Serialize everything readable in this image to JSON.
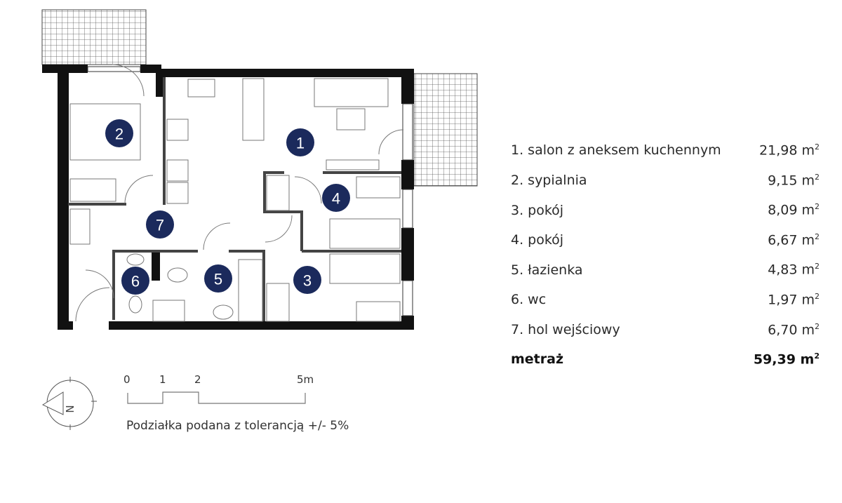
{
  "rooms": [
    {
      "label": "1. salon z aneksem kuchennym",
      "area": "21,98 m",
      "unit_sup": "2"
    },
    {
      "label": "2. sypialnia",
      "area": "9,15 m",
      "unit_sup": "2"
    },
    {
      "label": "3. pokój",
      "area": "8,09 m",
      "unit_sup": "2"
    },
    {
      "label": "4. pokój",
      "area": "6,67 m",
      "unit_sup": "2"
    },
    {
      "label": "5. łazienka",
      "area": "4,83 m",
      "unit_sup": "2"
    },
    {
      "label": "6. wc",
      "area": "1,97 m",
      "unit_sup": "2"
    },
    {
      "label": "7. hol wejściowy",
      "area": "6,70 m",
      "unit_sup": "2"
    }
  ],
  "total": {
    "label": "metraż",
    "area": "59,39 m",
    "unit_sup": "2"
  },
  "markers": [
    "1",
    "2",
    "3",
    "4",
    "5",
    "6",
    "7"
  ],
  "scale": {
    "ticks": [
      "0",
      "1",
      "2",
      "5m"
    ],
    "tolerance": "Podziałka podana z tolerancją +/- 5%"
  },
  "compass": {
    "label": "N"
  },
  "colors": {
    "marker": "#1b2a5c",
    "wall": "#111111"
  }
}
